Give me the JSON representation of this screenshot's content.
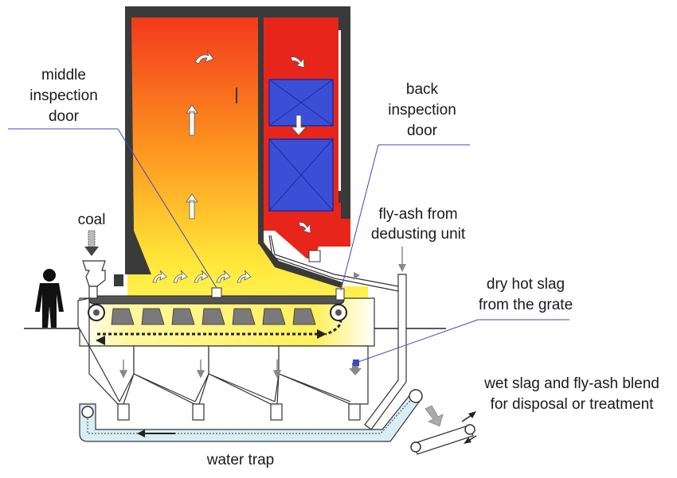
{
  "labels": {
    "middle_door": [
      "middle",
      "inspection",
      "door"
    ],
    "back_door": [
      "back",
      "inspection",
      "door"
    ],
    "coal": "coal",
    "fly_ash": [
      "fly-ash from",
      "dedusting unit"
    ],
    "dry_slag": [
      "dry hot slag",
      "from the grate"
    ],
    "wet_slag": [
      "wet slag and fly-ash blend",
      "for disposal or treatment"
    ],
    "water_trap": "water trap"
  },
  "colors": {
    "flame_top": "#f23a1c",
    "flame_mid": "#ffad1f",
    "flame_bottom": "#fff45a",
    "back_pass": "#e8251b",
    "heat_exchanger": "#3b4fd6",
    "wall": "#3a3a3a",
    "leader": "#3a49c8",
    "water": "#d8eef5"
  },
  "icons": [
    "person-icon",
    "coal-feed-arrow-icon",
    "flow-arrow-icon",
    "grate-conveyor-icon",
    "slag-conveyor-icon"
  ]
}
